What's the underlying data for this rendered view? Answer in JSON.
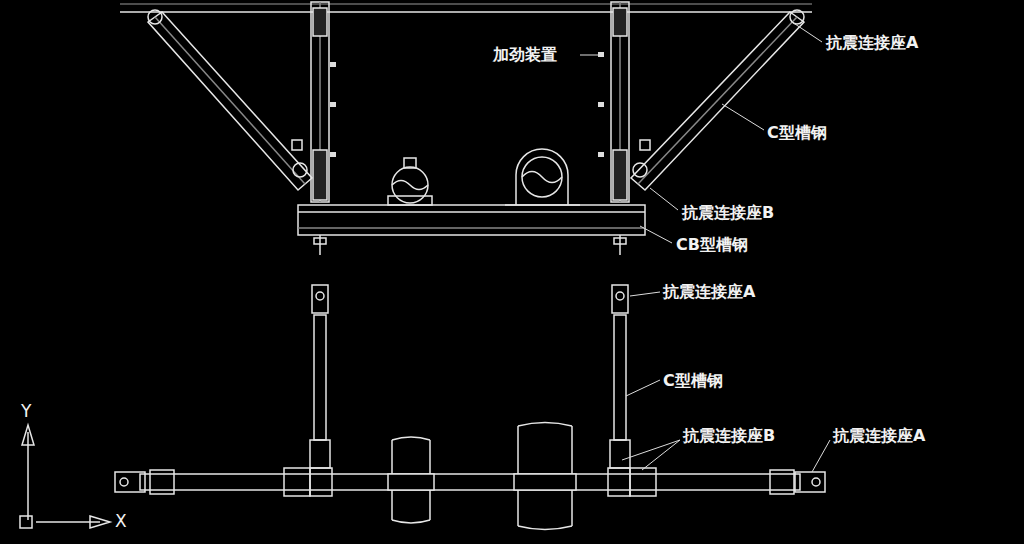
{
  "diagram": {
    "labels": [
      "加劲装置",
      "抗震连接座A",
      "C型槽钢",
      "抗震连接座B",
      "CB型槽钢",
      "抗震连接座A",
      "C型槽钢",
      "抗震连接座B",
      "抗震连接座A",
      "Y",
      "X"
    ]
  }
}
